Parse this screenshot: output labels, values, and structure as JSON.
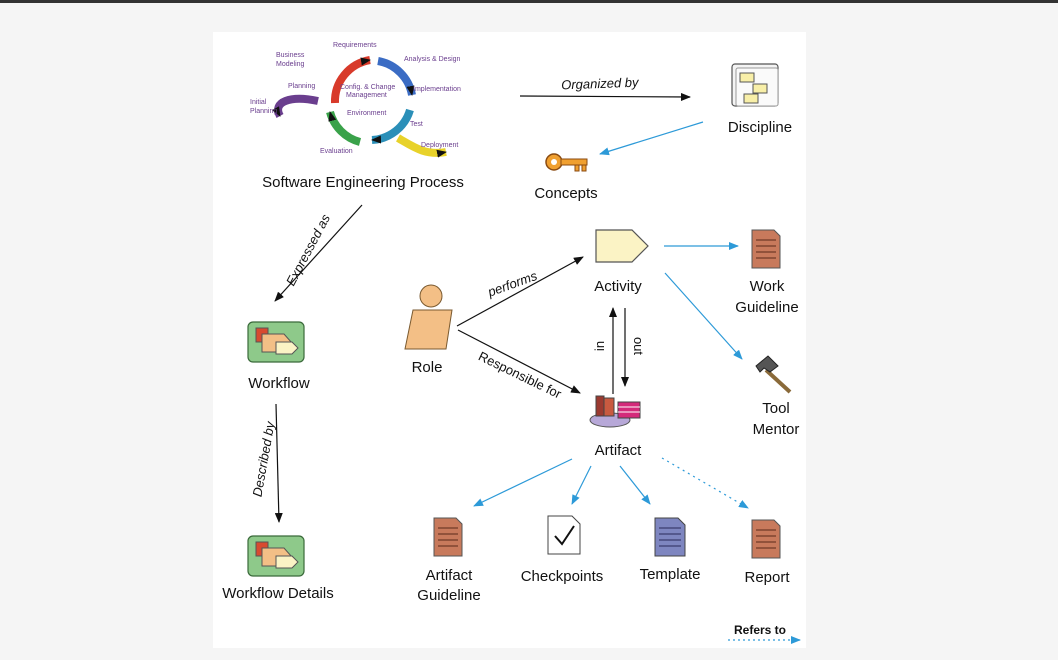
{
  "nodes": {
    "sep": "Software Engineering Process",
    "discipline": "Discipline",
    "concepts": "Concepts",
    "activity": "Activity",
    "role": "Role",
    "artifact": "Artifact",
    "workflow": "Workflow",
    "workflow_details": "Workflow Details",
    "work_guideline": [
      "Work",
      "Guideline"
    ],
    "tool_mentor": [
      "Tool",
      "Mentor"
    ],
    "artifact_guideline": [
      "Artifact",
      "Guideline"
    ],
    "checkpoints": "Checkpoints",
    "template": "Template",
    "report": "Report"
  },
  "edges": {
    "organized_by": "Organized by",
    "expressed_as": "Expressed as",
    "described_by": "Described by",
    "performs": "performs",
    "responsible_for": "Responsible for",
    "in": "in",
    "out": "out"
  },
  "legend": {
    "refers_to": "Refers to"
  },
  "cycle_labels": {
    "business_modeling": [
      "Business",
      "Modeling"
    ],
    "requirements": "Requirements",
    "analysis_design": "Analysis & Design",
    "implementation": "Implementation",
    "planning": "Planning",
    "initial_planning": [
      "Initial",
      "Planning"
    ],
    "config": [
      "Config. & Change",
      "Management"
    ],
    "environment": "Environment",
    "test": "Test",
    "evaluation": "Evaluation",
    "deployment": "Deployment"
  },
  "colors": {
    "black_arrow": "#111111",
    "blue_arrow": "#2d9ad8",
    "activity_fill": "#fbf3c5",
    "role_fill": "#f3bf86",
    "doc_fill": "#c87a5c",
    "template_fill": "#7e86c0",
    "workflow_fill": "#8ec98a"
  }
}
